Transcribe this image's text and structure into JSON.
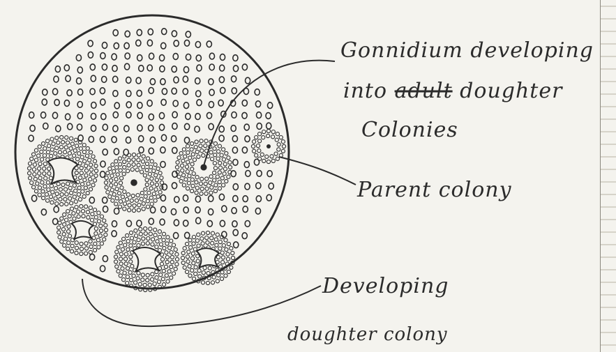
{
  "colors": {
    "paper": "#f4f3ee",
    "ink": "#2b2b2b"
  },
  "labels": {
    "gonidium_line1_pre": "Gonnidium developing",
    "gonidium_line2_pre": "into ",
    "gonidium_line2_struck": "adult",
    "gonidium_line2_post": " doughter",
    "gonidium_line3": "Colonies",
    "parent": "Parent colony",
    "developing_line1": "Developing",
    "developing_line2": "doughter colony"
  }
}
